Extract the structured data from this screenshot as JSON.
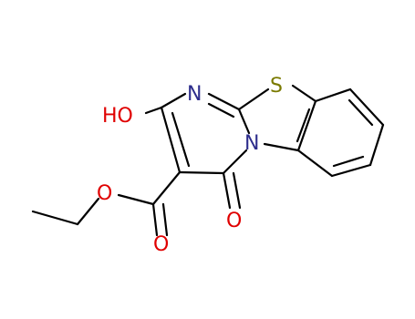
{
  "colors": {
    "bond": "#000000",
    "nitrogen": "#2d2d8c",
    "oxygen": "#e00000",
    "sulfur": "#7a7a00",
    "background": "#ffffff"
  },
  "atoms": {
    "hydroxyl": "HO",
    "ring_nitrogen_top": "N",
    "sulfur": "S",
    "ring_nitrogen_fused": "N",
    "ketone_oxygen": "O",
    "ester_ether_oxygen": "O",
    "ester_carbonyl_oxygen": "O"
  }
}
